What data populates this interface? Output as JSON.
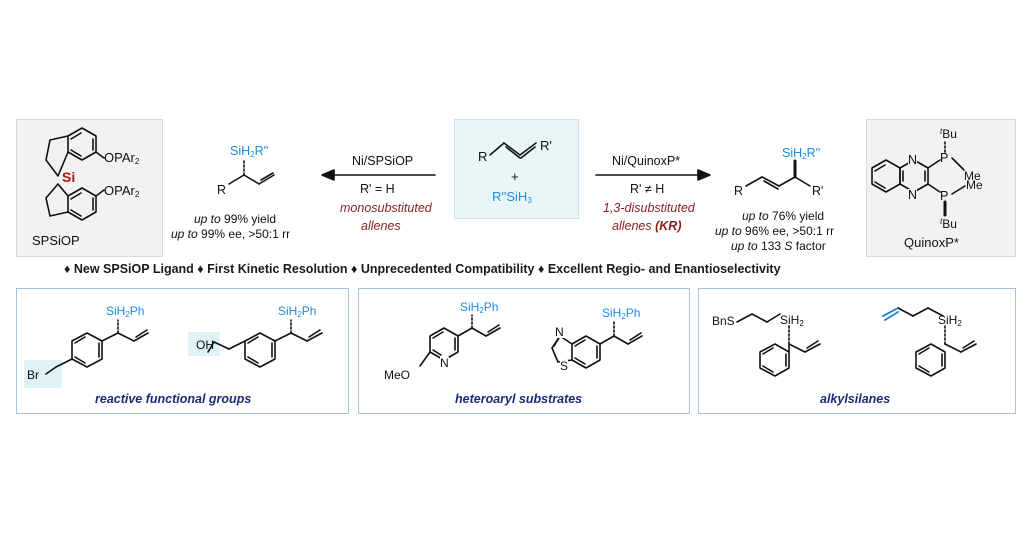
{
  "ligand_left": {
    "name": "SPSiOP",
    "opar_top": "OPAr",
    "opar_bottom": "OPAr",
    "subscript": "2",
    "si": "Si"
  },
  "ligand_right": {
    "name": "QuinoxP*",
    "n_top": "N",
    "n_bottom": "N",
    "p_top": "P",
    "p_bottom": "P",
    "tbu": "Bu",
    "tbu_prefix": "t",
    "me": "Me"
  },
  "center": {
    "allene_r": "R",
    "allene_rp": "R'",
    "plus": "+",
    "silane": "R''SiH",
    "silane_sub": "3"
  },
  "left_reaction": {
    "catalyst": "Ni/SPSiOP",
    "condition": "R' = H",
    "scope_line1": "monosubstituted",
    "scope_line2": "allenes",
    "product_si": "SiH",
    "product_si_sub": "2",
    "product_r": "R''",
    "product_sub_r": "R",
    "yield_prefix": "up to",
    "yield": " 99% yield",
    "ee_prefix": "up to",
    "ee": " 99% ee, >50:1 rr"
  },
  "right_reaction": {
    "catalyst": "Ni/QuinoxP*",
    "condition": "R' ≠ H",
    "scope_line1": "1,3-disubstituted",
    "scope_line2": "allenes",
    "scope_kr": "(KR)",
    "product_si": "SiH",
    "product_si_sub": "2",
    "product_r": "R''",
    "product_sub_r": "R",
    "product_sub_rp": "R'",
    "yield_prefix": "up to",
    "yield": " 76% yield",
    "ee_prefix": "up to",
    "ee": " 96% ee, >50:1 rr",
    "s_prefix": "up to",
    "s_factor_num": " 133 ",
    "s_factor_s": "S",
    "s_factor_suffix": " factor"
  },
  "highlights": [
    "New SPSiOP Ligand",
    "First Kinetic Resolution",
    "Unprecedented Compatibility",
    "Excellent Regio- and Enantioselectivity"
  ],
  "highlight_bullet": "♦",
  "panels": [
    {
      "caption": "reactive functional groups",
      "label_a": "SiH",
      "label_b": "SiH",
      "label_sub": "2",
      "ph": "Ph",
      "br": "Br",
      "oh": "OH"
    },
    {
      "caption": "heteroaryl substrates",
      "label_a": "SiH",
      "label_b": "SiH",
      "label_sub": "2",
      "ph": "Ph",
      "meo": "MeO",
      "n": "N",
      "s": "S"
    },
    {
      "caption": "alkylsilanes",
      "label_a": "SiH",
      "label_b": "SiH",
      "label_sub": "2",
      "bns": "BnS"
    }
  ],
  "colors": {
    "accent_blue": "#1a8de0",
    "dark_red": "#8b1d1d",
    "navy": "#1b2a7a",
    "panel_border": "#a7c1d9"
  }
}
